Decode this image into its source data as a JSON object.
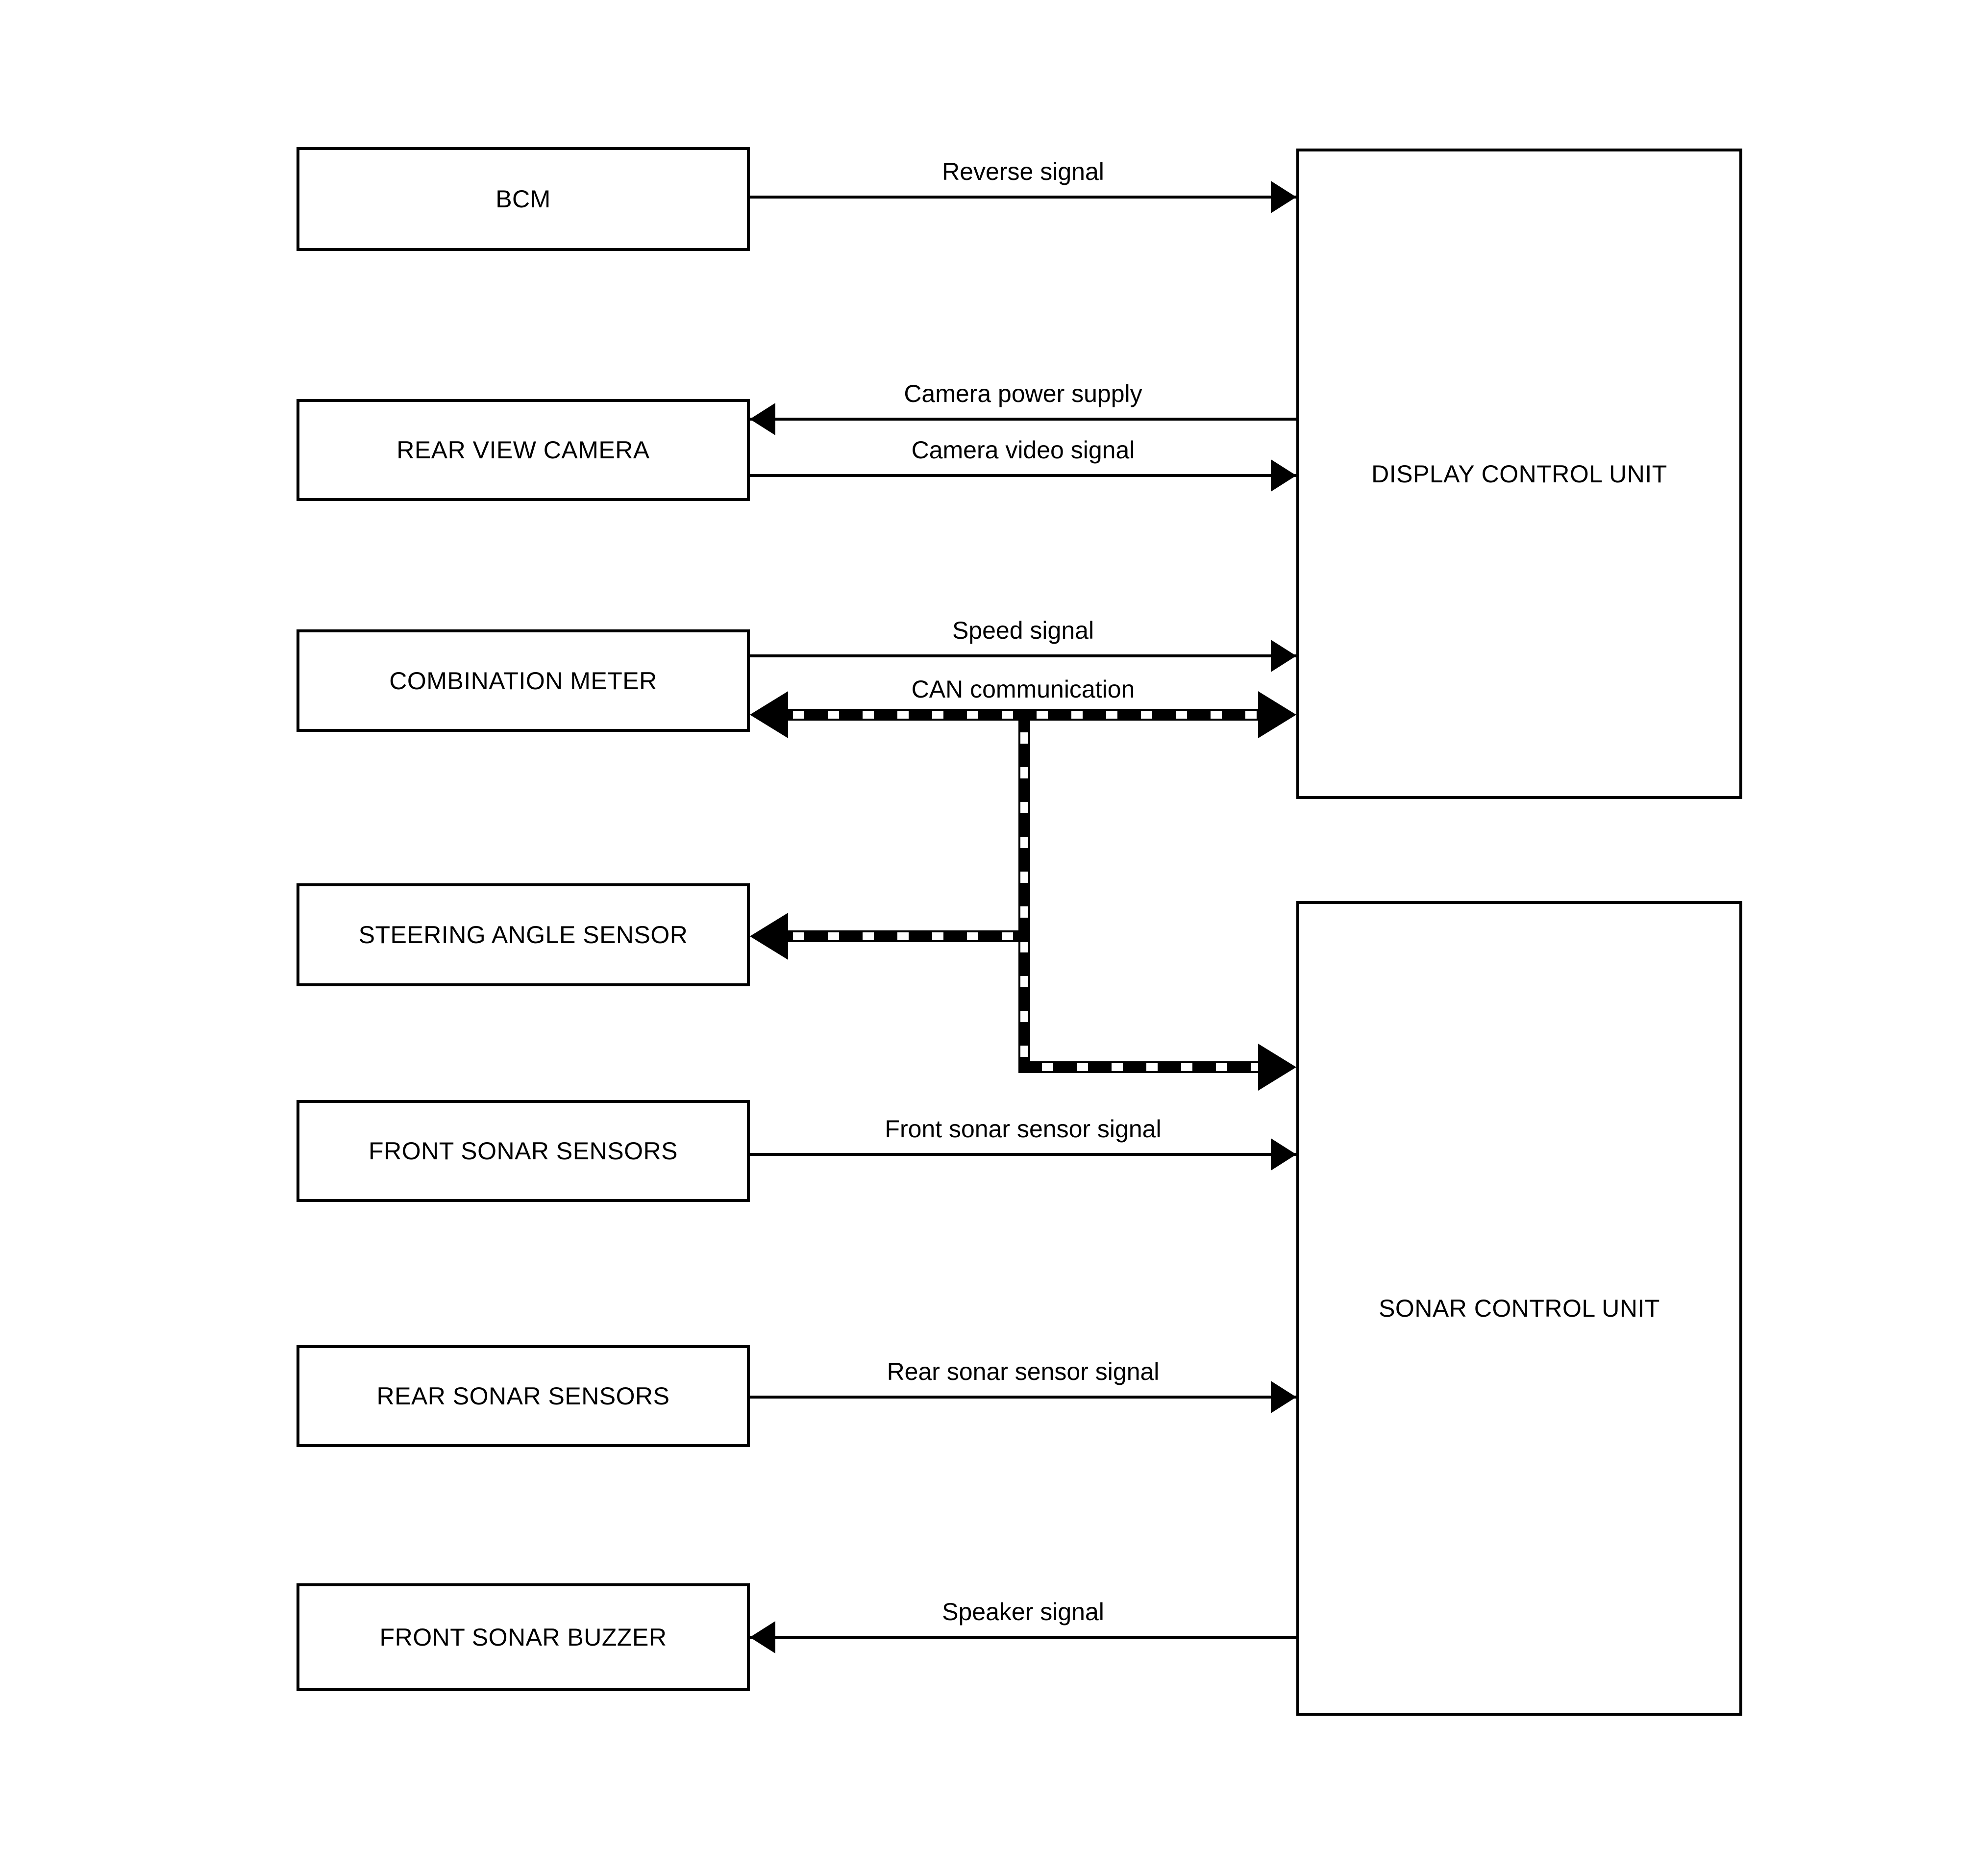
{
  "diagram": {
    "colors": {
      "background": "#ffffff",
      "line": "#000000",
      "text": "#000000"
    },
    "boxes": [
      {
        "id": "bcm",
        "label": "BCM"
      },
      {
        "id": "rear-view-camera",
        "label": "REAR VIEW CAMERA"
      },
      {
        "id": "combination-meter",
        "label": "COMBINATION METER"
      },
      {
        "id": "steering-angle-sensor",
        "label": "STEERING ANGLE SENSOR"
      },
      {
        "id": "front-sonar-sensors",
        "label": "FRONT SONAR SENSORS"
      },
      {
        "id": "rear-sonar-sensors",
        "label": "REAR SONAR SENSORS"
      },
      {
        "id": "front-sonar-buzzer",
        "label": "FRONT SONAR BUZZER"
      },
      {
        "id": "display-control-unit",
        "label": "DISPLAY CONTROL UNIT"
      },
      {
        "id": "sonar-control-unit",
        "label": "SONAR CONTROL UNIT"
      }
    ],
    "arrows": [
      {
        "id": "reverse-signal",
        "label": "Reverse signal",
        "from": "bcm",
        "to": "display-control-unit",
        "direction": "right"
      },
      {
        "id": "camera-power-supply",
        "label": "Camera power supply",
        "from": "display-control-unit",
        "to": "rear-view-camera",
        "direction": "left"
      },
      {
        "id": "camera-video-signal",
        "label": "Camera video signal",
        "from": "rear-view-camera",
        "to": "display-control-unit",
        "direction": "right"
      },
      {
        "id": "speed-signal",
        "label": "Speed signal",
        "from": "combination-meter",
        "to": "display-control-unit",
        "direction": "right"
      },
      {
        "id": "front-sonar-sensor-signal",
        "label": "Front sonar sensor signal",
        "from": "front-sonar-sensors",
        "to": "sonar-control-unit",
        "direction": "right"
      },
      {
        "id": "rear-sonar-sensor-signal",
        "label": "Rear sonar sensor signal",
        "from": "rear-sonar-sensors",
        "to": "sonar-control-unit",
        "direction": "right"
      },
      {
        "id": "speaker-signal",
        "label": "Speaker signal",
        "from": "sonar-control-unit",
        "to": "front-sonar-buzzer",
        "direction": "left"
      }
    ],
    "can_bus": {
      "label": "CAN communication",
      "style": "thick-dashed-bidirectional",
      "connects": [
        "combination-meter",
        "display-control-unit",
        "steering-angle-sensor",
        "sonar-control-unit"
      ]
    }
  }
}
